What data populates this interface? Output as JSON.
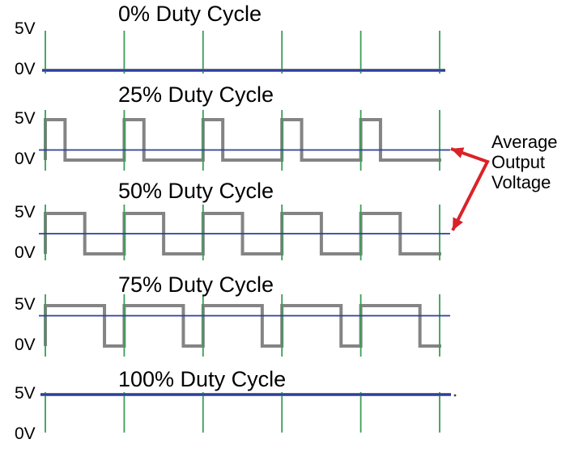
{
  "colors": {
    "background": "#ffffff",
    "tick_green": "#3b9c57",
    "wave_gray": "#848484",
    "average_blue": "#2e3f9e",
    "arrow_red": "#da2228",
    "text": "#000000"
  },
  "axis_labels": {
    "high": "5V",
    "low": "0V"
  },
  "panels": [
    {
      "title": "0% Duty Cycle"
    },
    {
      "title": "25% Duty Cycle"
    },
    {
      "title": "50% Duty Cycle"
    },
    {
      "title": "75% Duty Cycle"
    },
    {
      "title": "100% Duty Cycle"
    }
  ],
  "annotation": {
    "text": "Average Output Voltage"
  },
  "chart_data": {
    "type": "line",
    "title": "PWM duty cycle waveforms",
    "x": {
      "periods_shown": 5,
      "tick_marks_per_panel": 6
    },
    "y": {
      "levels": [
        "0V",
        "5V"
      ],
      "low_volts": 0,
      "high_volts": 5
    },
    "series": [
      {
        "name": "0% Duty Cycle",
        "duty_percent": 0,
        "average_output_volts": 0
      },
      {
        "name": "25% Duty Cycle",
        "duty_percent": 25,
        "average_output_volts": 1.25
      },
      {
        "name": "50% Duty Cycle",
        "duty_percent": 50,
        "average_output_volts": 2.5
      },
      {
        "name": "75% Duty Cycle",
        "duty_percent": 75,
        "average_output_volts": 3.75
      },
      {
        "name": "100% Duty Cycle",
        "duty_percent": 100,
        "average_output_volts": 5
      }
    ],
    "annotation": {
      "label": "Average Output Voltage",
      "points_to": [
        "25% duty average line",
        "50% duty average line"
      ]
    }
  }
}
